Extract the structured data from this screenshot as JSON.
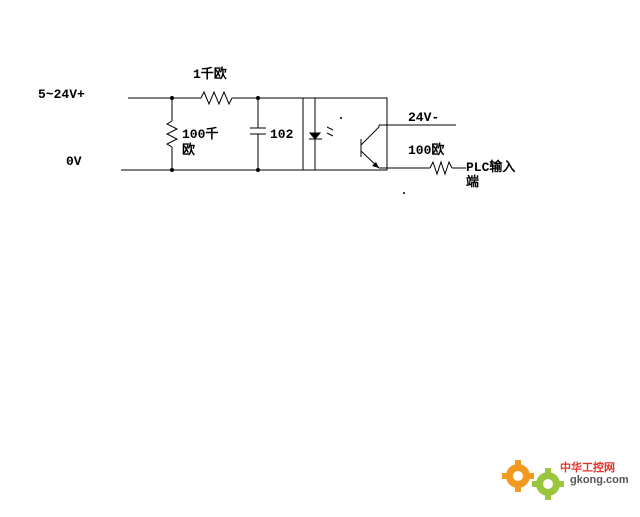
{
  "labels": {
    "vin": "5~24V+",
    "gnd": "0V",
    "r_series": "1千欧",
    "r_shunt_line1": "100千",
    "r_shunt_line2": "欧",
    "capacitor": "102",
    "v24": "24V-",
    "r_out": "100欧",
    "plc_line1": "PLC输入",
    "plc_line2": "端"
  },
  "watermark": {
    "brand": "中华工控网",
    "url": "gkong.com",
    "gear_colors": [
      "#f39a1e",
      "#9bc53d"
    ]
  },
  "colors": {
    "wire": "#000000",
    "background": "#ffffff"
  }
}
